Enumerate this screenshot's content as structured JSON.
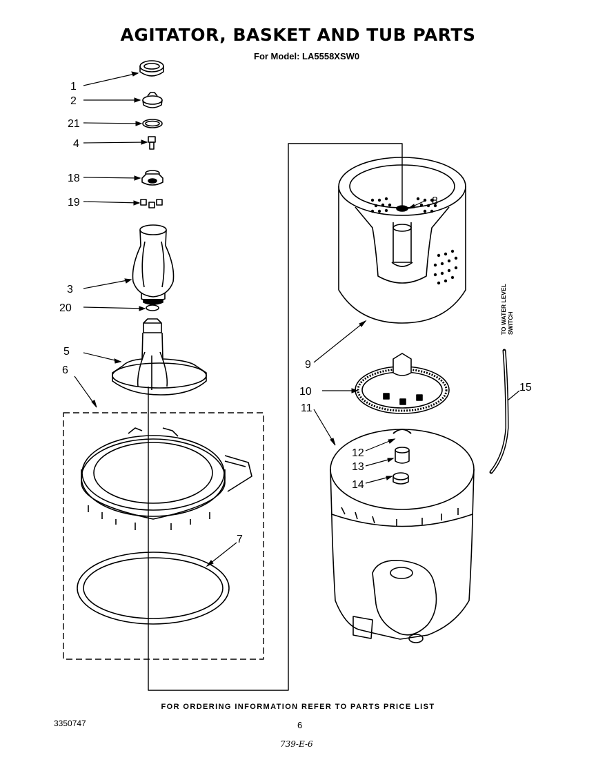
{
  "page": {
    "title": "AGITATOR, BASKET AND TUB PARTS",
    "subtitle": "For Model: LA5558XSW0",
    "footer": "FOR ORDERING INFORMATION REFER TO PARTS PRICE LIST",
    "doc_number": "3350747",
    "page_number": "6",
    "handwritten_note": "739-E-6"
  },
  "callouts": {
    "c1": "1",
    "c2": "2",
    "c21": "21",
    "c4": "4",
    "c18": "18",
    "c19": "19",
    "c3": "3",
    "c20": "20",
    "c5": "5",
    "c6": "6",
    "c7": "7",
    "c8": "8",
    "c9": "9",
    "c10": "10",
    "c11": "11",
    "c12": "12",
    "c13": "13",
    "c14": "14",
    "c15": "15"
  },
  "side_label": {
    "line1": "TO WATER LEVEL",
    "line2": "SWITCH"
  }
}
